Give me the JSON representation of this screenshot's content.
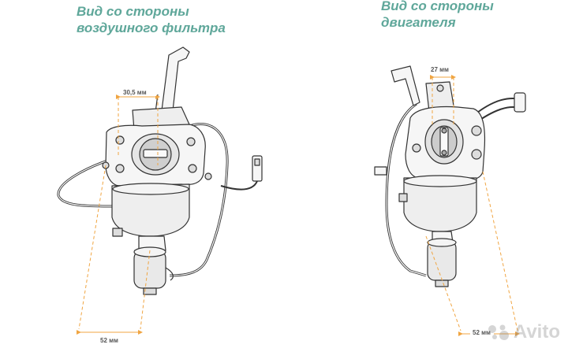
{
  "captions": {
    "left": {
      "line1": "Вид со стороны",
      "line2": "воздушного фильтра"
    },
    "right": {
      "line1": "Вид со стороны",
      "line2": "двигателя"
    }
  },
  "dimensions": {
    "left_top": "30,5 мм",
    "left_bottom": "52 мм",
    "right_top": "27 мм",
    "right_bottom": "52 мм"
  },
  "watermark": {
    "text": "Avito",
    "icon": "avito-logo-icon"
  },
  "colors": {
    "caption": "#5fa79a",
    "dimension_line": "#f0a542",
    "outline": "#333333",
    "shade": "#e8e8e8"
  }
}
